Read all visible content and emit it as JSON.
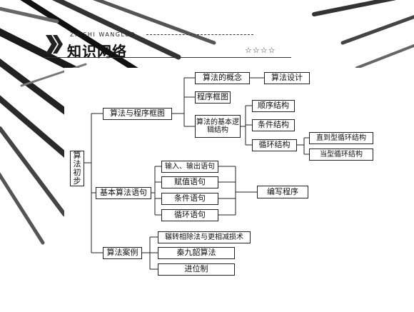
{
  "header": {
    "subtitle": "ZHISHI WANGLUO",
    "title": "知识网络",
    "stars": "☆☆☆☆"
  },
  "diagram": {
    "root": "算法初步",
    "n_flowchart": "算法与程序框图",
    "n_concept": "算法的概念",
    "n_design": "算法设计",
    "n_frame": "程序框图",
    "n_basic_struct": "算法的基本逻辑结构",
    "n_seq": "顺序结构",
    "n_cond": "条件结构",
    "n_loop": "循环结构",
    "n_until": "直到型循环结构",
    "n_while": "当型循环结构",
    "n_statements": "基本算法语句",
    "n_io": "输入、输出语句",
    "n_assign": "赋值语句",
    "n_if": "条件语句",
    "n_for": "循环语句",
    "n_program": "编写程序",
    "n_cases": "算法案例",
    "n_euclid": "辗转相除法与更相减损术",
    "n_qin": "秦九韶算法",
    "n_base": "进位制"
  }
}
